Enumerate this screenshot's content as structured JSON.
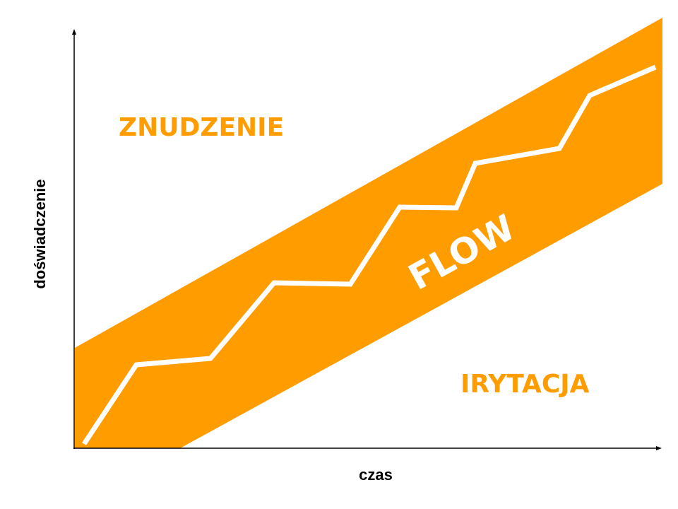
{
  "diagram": {
    "zones": {
      "boredom": "ZNUDZENIE",
      "flow": "FLOW",
      "irritation": "IRYTACJA"
    },
    "axes": {
      "x_label": "czas",
      "y_label": "doświadczenie"
    },
    "colors": {
      "band": "#FF9C00",
      "path": "#FFFFFF",
      "axis": "#000000"
    }
  }
}
